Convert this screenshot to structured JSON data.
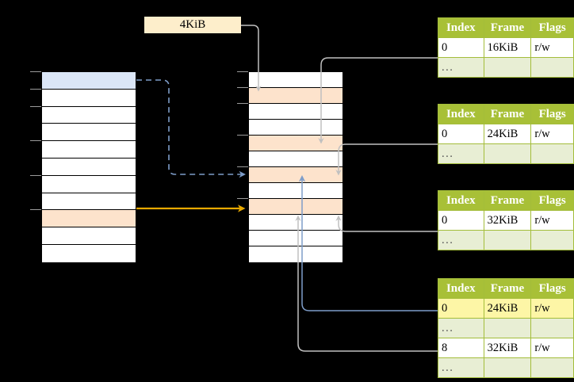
{
  "diagram": {
    "title": "multi-level page table address translation",
    "background_color": "#000000"
  },
  "callout": {
    "label": "4KiB",
    "bg_color": "#fdeecb"
  },
  "colors": {
    "header_green": "#a8c037",
    "row_alt_green": "#e8eed4",
    "highlight_yellow": "#fdf6a6",
    "peach": "#fde3cc",
    "blue": "#dbe6f7",
    "orange_arrow": "#e8a900",
    "blue_arrow": "#7e9dc9",
    "grey_arrow": "#c0c0c0"
  },
  "left_column": {
    "name": "physical-memory-column",
    "row_count": 11,
    "rows": [
      {
        "index": 0,
        "fill": "blue"
      },
      {
        "index": 1,
        "fill": "white"
      },
      {
        "index": 2,
        "fill": "white"
      },
      {
        "index": 3,
        "fill": "white"
      },
      {
        "index": 4,
        "fill": "white"
      },
      {
        "index": 5,
        "fill": "white"
      },
      {
        "index": 6,
        "fill": "white"
      },
      {
        "index": 7,
        "fill": "white"
      },
      {
        "index": 8,
        "fill": "peach"
      },
      {
        "index": 9,
        "fill": "white"
      },
      {
        "index": 10,
        "fill": "white"
      }
    ]
  },
  "middle_column": {
    "name": "frame-column",
    "row_count": 12,
    "rows": [
      {
        "index": 0,
        "fill": "white"
      },
      {
        "index": 1,
        "fill": "peach"
      },
      {
        "index": 2,
        "fill": "white"
      },
      {
        "index": 3,
        "fill": "white"
      },
      {
        "index": 4,
        "fill": "peach"
      },
      {
        "index": 5,
        "fill": "white"
      },
      {
        "index": 6,
        "fill": "peach"
      },
      {
        "index": 7,
        "fill": "white"
      },
      {
        "index": 8,
        "fill": "peach"
      },
      {
        "index": 9,
        "fill": "white"
      },
      {
        "index": 10,
        "fill": "white"
      },
      {
        "index": 11,
        "fill": "white"
      }
    ]
  },
  "page_tables": [
    {
      "name": "page-table-1",
      "headers": [
        "Index",
        "Frame",
        "Flags"
      ],
      "rows": [
        {
          "cells": [
            "0",
            "16KiB",
            "r/w"
          ],
          "style": "val"
        },
        {
          "cells": [
            "...",
            "",
            ""
          ],
          "style": "ell"
        }
      ]
    },
    {
      "name": "page-table-2",
      "headers": [
        "Index",
        "Frame",
        "Flags"
      ],
      "rows": [
        {
          "cells": [
            "0",
            "24KiB",
            "r/w"
          ],
          "style": "val"
        },
        {
          "cells": [
            "...",
            "",
            ""
          ],
          "style": "ell"
        }
      ]
    },
    {
      "name": "page-table-3",
      "headers": [
        "Index",
        "Frame",
        "Flags"
      ],
      "rows": [
        {
          "cells": [
            "0",
            "32KiB",
            "r/w"
          ],
          "style": "val"
        },
        {
          "cells": [
            "...",
            "",
            ""
          ],
          "style": "ell"
        }
      ]
    },
    {
      "name": "page-table-4",
      "headers": [
        "Index",
        "Frame",
        "Flags"
      ],
      "rows": [
        {
          "cells": [
            "0",
            "24KiB",
            "r/w"
          ],
          "style": "hl"
        },
        {
          "cells": [
            "...",
            "",
            ""
          ],
          "style": "ell"
        },
        {
          "cells": [
            "8",
            "32KiB",
            "r/w"
          ],
          "style": "val"
        },
        {
          "cells": [
            "...",
            "",
            ""
          ],
          "style": "ell"
        }
      ]
    }
  ]
}
